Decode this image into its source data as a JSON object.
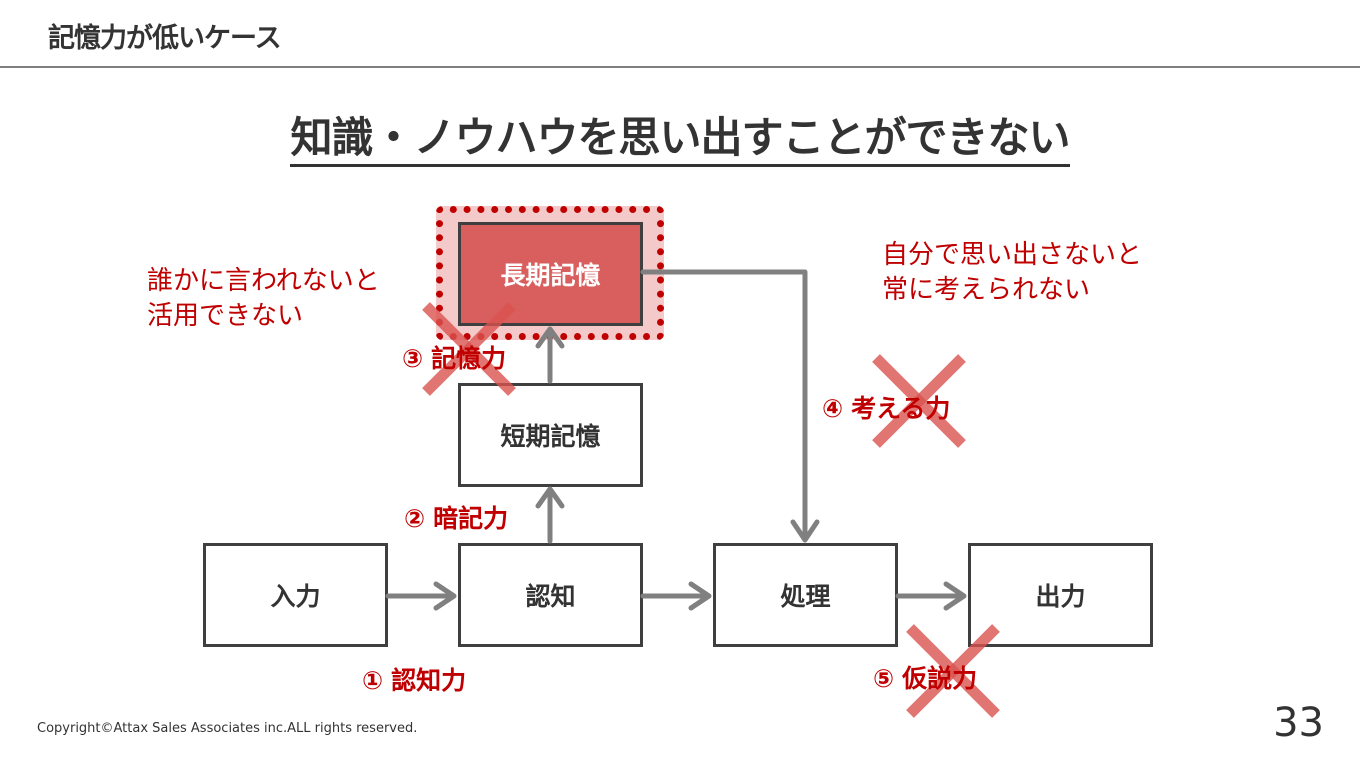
{
  "header": {
    "title": "記憶力が低いケース"
  },
  "slide": {
    "title": "知識・ノウハウを思い出すことができない"
  },
  "diagram": {
    "boxes": {
      "input": "入力",
      "cognition": "認知",
      "processing": "処理",
      "output": "出力",
      "short_term": "短期記憶",
      "long_term": "長期記憶"
    },
    "abilities": {
      "a1": {
        "num": "①",
        "label": "認知力"
      },
      "a2": {
        "num": "②",
        "label": "暗記力"
      },
      "a3": {
        "num": "③",
        "label": "記憶力"
      },
      "a4": {
        "num": "④",
        "label": "考える力"
      },
      "a5": {
        "num": "⑤",
        "label": "仮説力"
      }
    },
    "notes": {
      "left": [
        "誰かに言われないと",
        "活用できない"
      ],
      "right": [
        "自分で思い出さないと",
        "常に考えられない"
      ]
    }
  },
  "colors": {
    "accent": "#c00000",
    "highlight_box": "#d95f5f",
    "arrow": "#808080",
    "cross": "#d9534f"
  },
  "footer": {
    "copyright": "Copyright©Attax Sales Associates inc.ALL rights reserved.",
    "page_number": "33"
  }
}
